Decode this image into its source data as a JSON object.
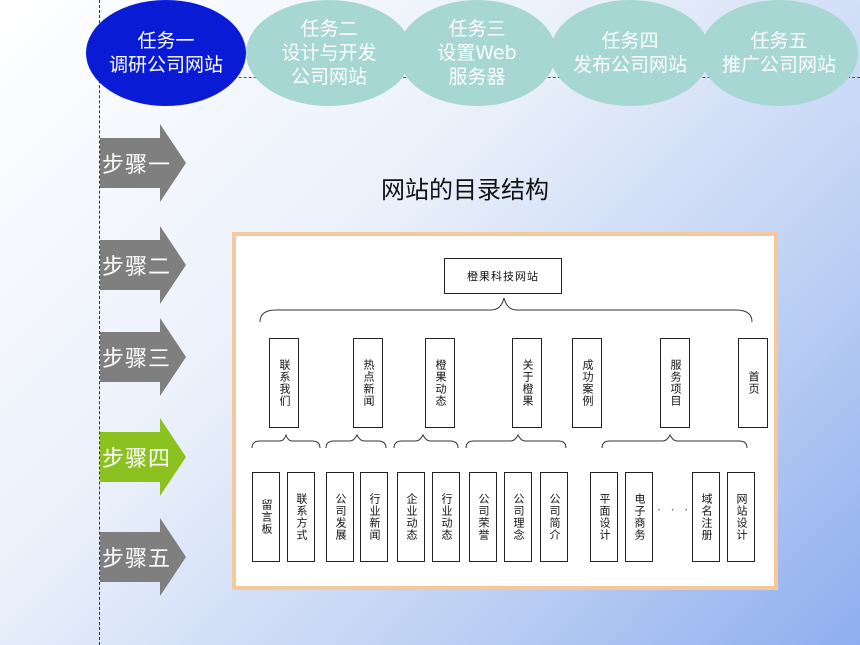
{
  "tabs": [
    {
      "label": "任务一\n调研公司网站",
      "active": true
    },
    {
      "label": "任务二\n设计与开发\n公司网站",
      "active": false
    },
    {
      "label": "任务三\n设置Web\n服务器",
      "active": false
    },
    {
      "label": "任务四\n发布公司网站",
      "active": false
    },
    {
      "label": "任务五\n推广公司网站",
      "active": false
    }
  ],
  "steps": [
    {
      "label": "步骤一",
      "current": false
    },
    {
      "label": "步骤二",
      "current": false
    },
    {
      "label": "步骤三",
      "current": false
    },
    {
      "label": "步骤四",
      "current": true
    },
    {
      "label": "步骤五",
      "current": false
    }
  ],
  "title": "网站的目录结构",
  "diagram": {
    "root": "橙果科技网站",
    "level1": [
      "联系我们",
      "热点新闻",
      "橙果动态",
      "关于橙果",
      "成功案例",
      "服务项目",
      "首页"
    ],
    "level2": [
      "留言板",
      "联系方式",
      "公司发展",
      "行业新闻",
      "企业动态",
      "行业动态",
      "公司荣誉",
      "公司理念",
      "公司简介",
      "平面设计",
      "电子商务",
      "域名注册",
      "网站设计"
    ],
    "ellipsis": "· · ·"
  },
  "colors": {
    "active_tab": "#0a1bd6",
    "inactive_tab": "#a7d7d3",
    "step_arrow": "#7f7f7f",
    "current_step_arrow": "#8cc21f",
    "panel_border": "#f4c79c"
  }
}
